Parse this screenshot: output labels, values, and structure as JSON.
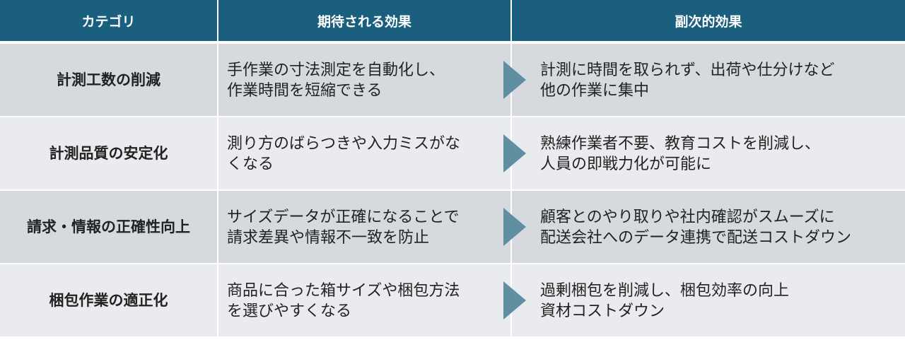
{
  "headers": {
    "category": "カテゴリ",
    "expected": "期待される効果",
    "side": "副次的効果"
  },
  "rows": [
    {
      "category": "計測工数の削減",
      "expected": "手作業の寸法測定を自動化し、\n作業時間を短縮できる",
      "side": "計測に時間を取られず、出荷や仕分けなど\n他の作業に集中"
    },
    {
      "category": "計測品質の安定化",
      "expected": "測り方のばらつきや入力ミスがな\nくなる",
      "side": "熟練作業者不要、教育コストを削減し、\n人員の即戦力化が可能に"
    },
    {
      "category": "請求・情報の正確性向上",
      "expected": "サイズデータが正確になることで\n請求差異や情報不一致を防止",
      "side": "顧客とのやり取りや社内確認がスムーズに\n配送会社へのデータ連携で配送コストダウン"
    },
    {
      "category": "梱包作業の適正化",
      "expected": "商品に合った箱サイズや梱包方法\nを選びやすくなる",
      "side": "過剰梱包を削減し、梱包効率の向上\n資材コストダウン"
    }
  ],
  "colors": {
    "header": "#1b5f7e",
    "arrow": "#5f8fa1"
  }
}
